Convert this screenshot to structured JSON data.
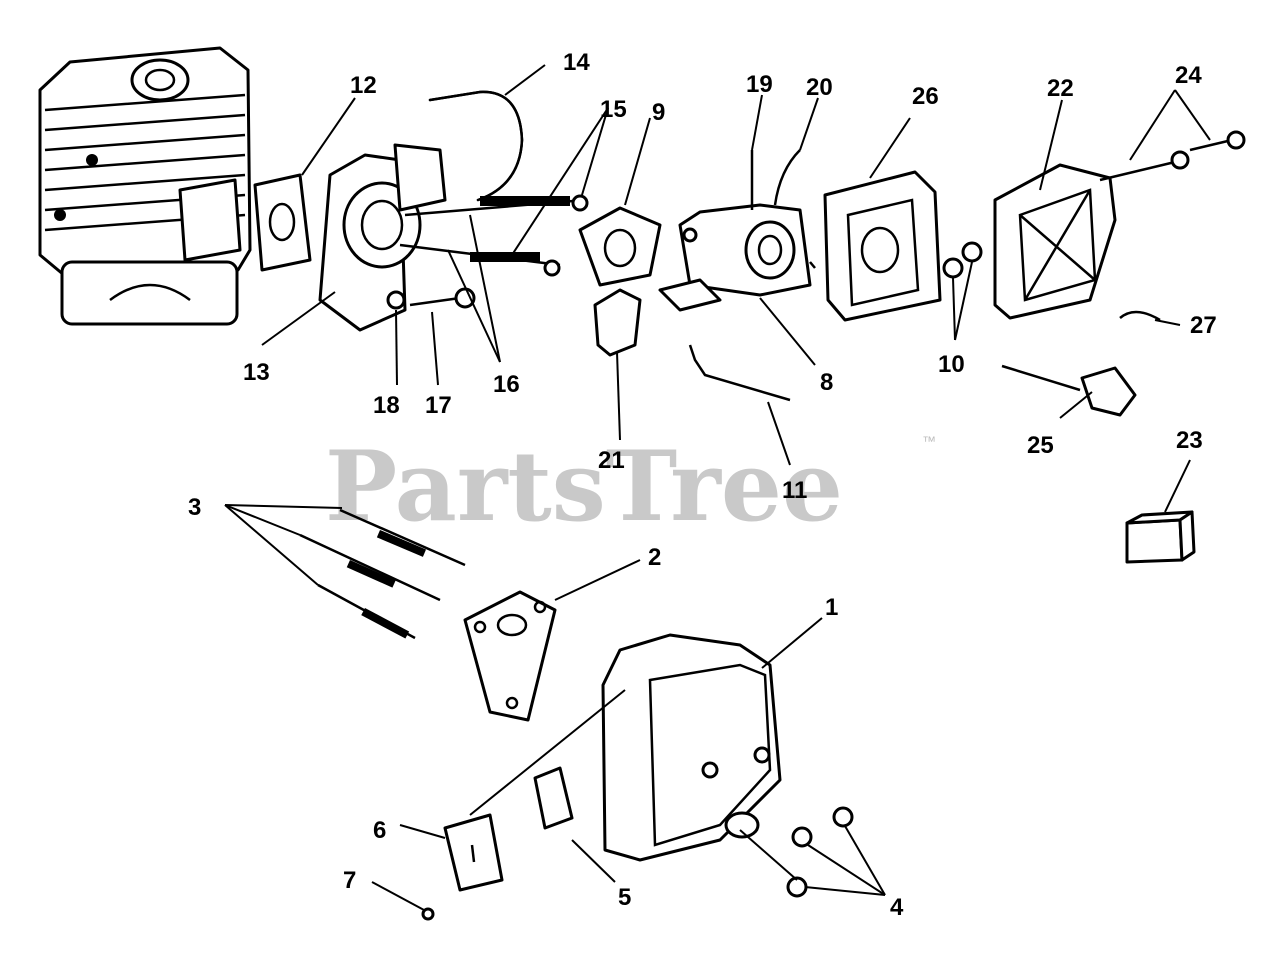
{
  "watermark": {
    "text": "PartsTree",
    "trademark": "™"
  },
  "callouts": [
    "1",
    "2",
    "3",
    "4",
    "5",
    "6",
    "7",
    "8",
    "9",
    "10",
    "11",
    "12",
    "13",
    "14",
    "15",
    "16",
    "17",
    "18",
    "19",
    "20",
    "21",
    "22",
    "23",
    "24",
    "25",
    "26",
    "27"
  ],
  "colors": {
    "ink": "#000000",
    "paper": "#ffffff",
    "watermark": "#c9c9c9"
  }
}
